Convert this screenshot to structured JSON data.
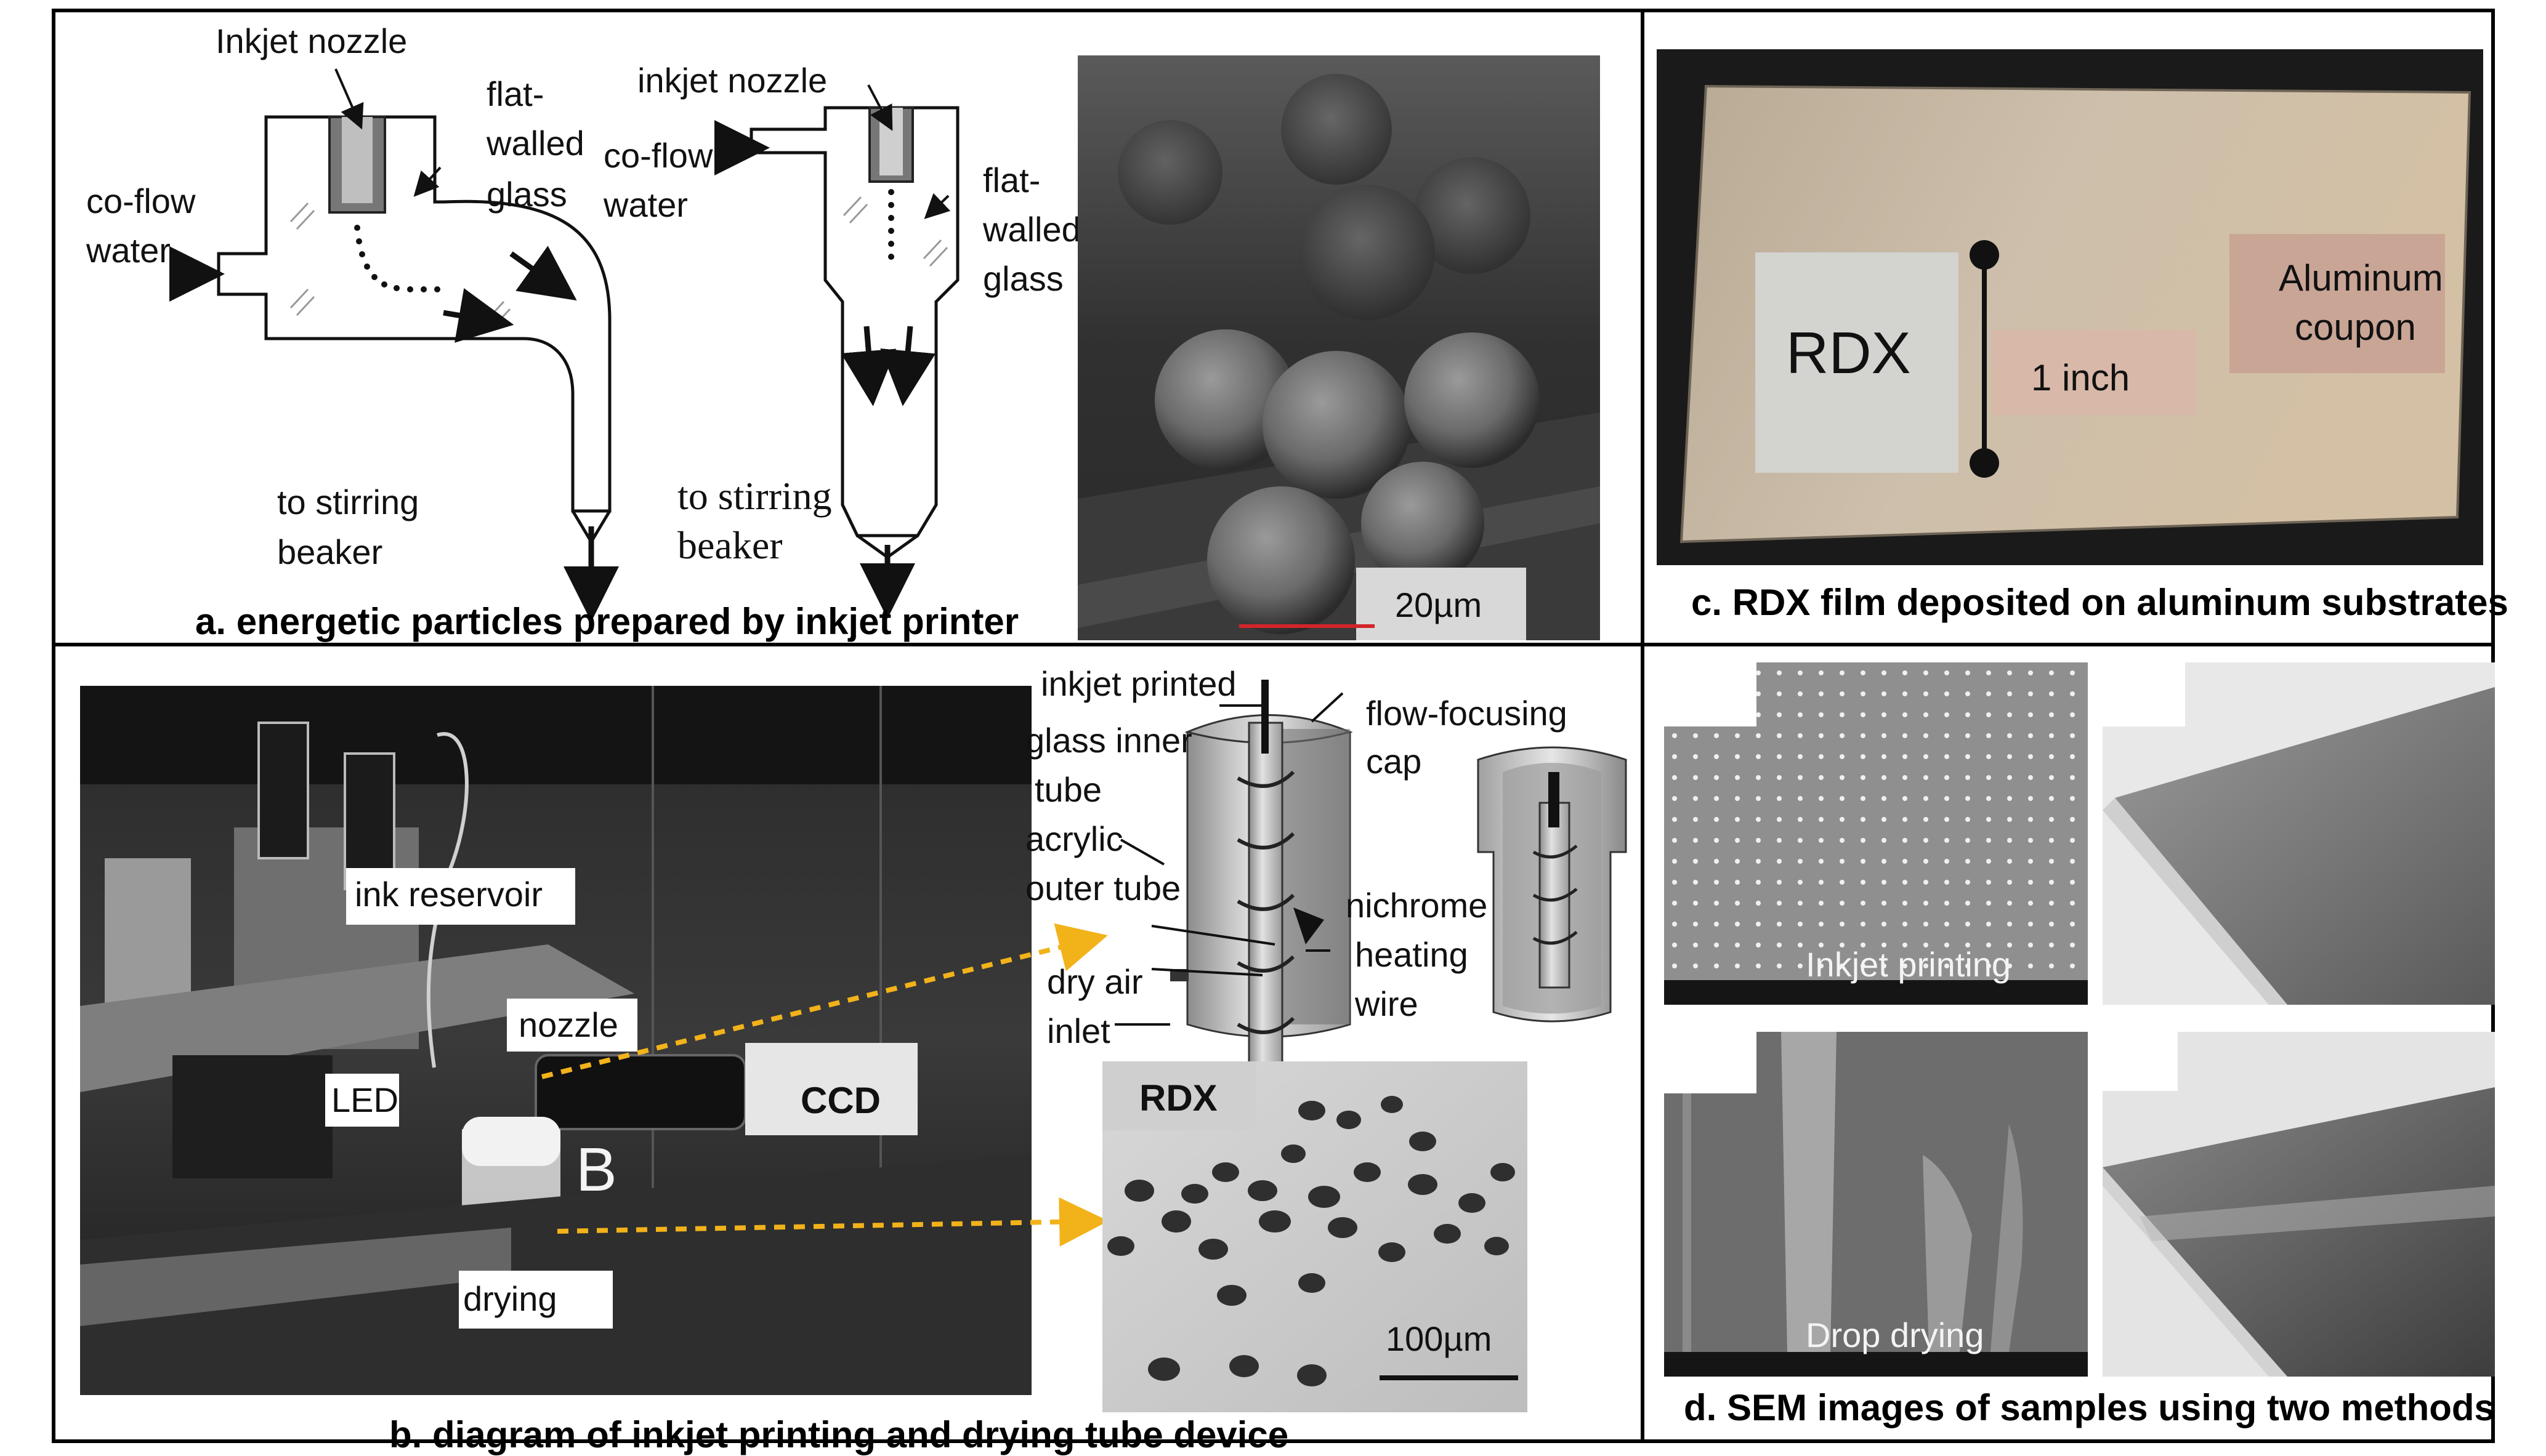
{
  "panel_a": {
    "caption": "a. energetic particles prepared by inkjet printer",
    "left": {
      "nozzle": "Inkjet nozzle",
      "glass_1": "flat-",
      "glass_2": "walled",
      "glass_3": "glass",
      "water_1": "co-flow",
      "water_2": "water",
      "stir_1": "to stirring",
      "stir_2": "beaker"
    },
    "right": {
      "nozzle": "inkjet nozzle",
      "water_1": "co-flow",
      "water_2": "water",
      "glass_1": "flat-",
      "glass_2": "walled",
      "glass_3": "glass",
      "stir_1": "to stirring",
      "stir_2": "beaker"
    },
    "scale": "20µm"
  },
  "panel_b": {
    "caption": "b. diagram of inkjet printing and drying tube device",
    "photo": {
      "reservoir": "ink reservoir",
      "nozzle": "nozzle",
      "led": "LED",
      "ccd": "CCD",
      "drying": "drying",
      "mark": "B"
    },
    "tube": {
      "printed": "inkjet printed",
      "cap_1": "flow-focusing",
      "cap_2": "cap",
      "inner_1": "glass inner",
      "inner_2": "tube",
      "outer_1": "acrylic",
      "outer_2": "outer tube",
      "wire_1": "nichrome",
      "wire_2": "heating",
      "wire_3": "wire",
      "air_1": "dry air",
      "air_2": "inlet"
    },
    "sem": {
      "label": "RDX",
      "scale": "100µm"
    }
  },
  "panel_c": {
    "caption": "c. RDX film deposited on aluminum substrates",
    "rdx": "RDX",
    "inch": "1 inch",
    "coupon_1": "Aluminum",
    "coupon_2": "coupon"
  },
  "panel_d": {
    "caption": "d. SEM images of samples using two methods",
    "inkjet": "Inkjet printing",
    "drop": "Drop drying"
  },
  "colors": {
    "frame": "#000000",
    "dashed_arrow": "#f2b21a",
    "scale_bar": "#d2252b",
    "label_box": "#d8b8a8"
  }
}
